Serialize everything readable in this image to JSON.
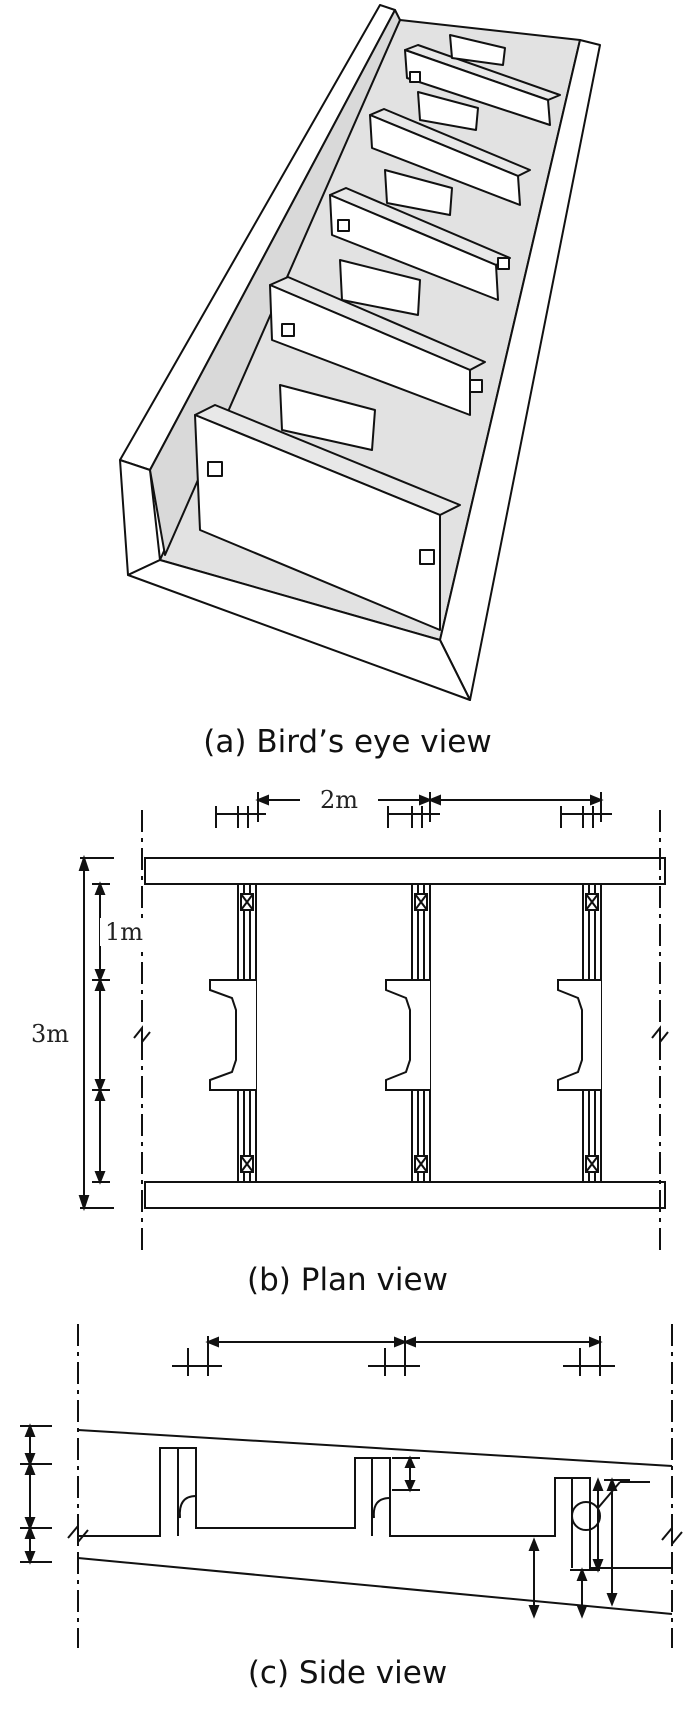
{
  "captions": {
    "a": "(a) Bird’s eye view",
    "b": "(b) Plan view",
    "c": "(c) Side view"
  },
  "dimensions": {
    "spacing": "2m",
    "width": "3m",
    "step": "1m"
  },
  "colors": {
    "line": "#111111",
    "fill": "#ffffff",
    "shade": "#dcdcdc"
  }
}
